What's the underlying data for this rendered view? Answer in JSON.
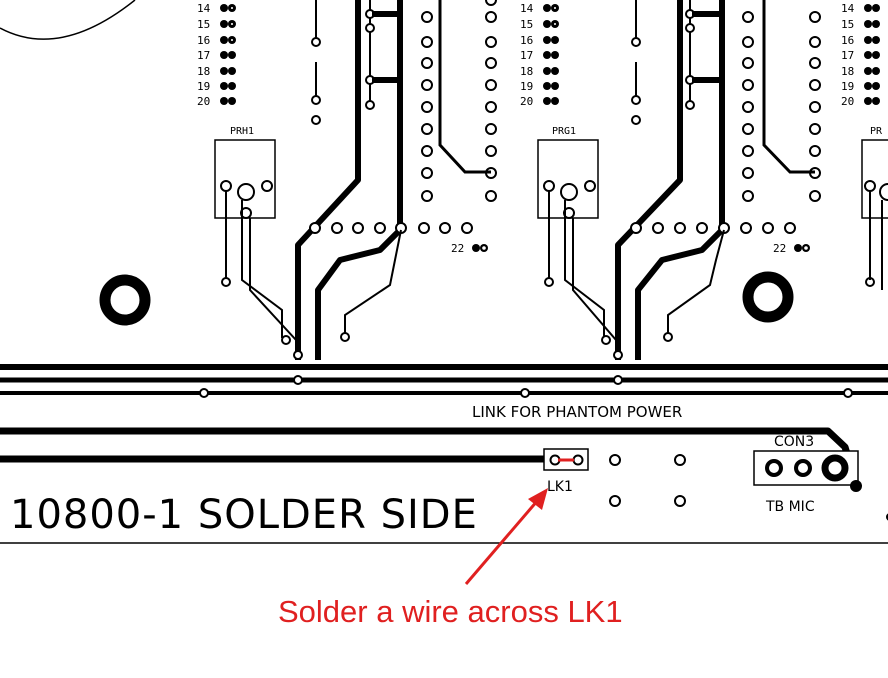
{
  "pin_labels": {
    "left": [
      "14",
      "15",
      "16",
      "17",
      "18",
      "19",
      "20"
    ],
    "right": [
      "14",
      "15",
      "16",
      "17",
      "18",
      "19",
      "20"
    ],
    "pin22": "22"
  },
  "components": {
    "prh1": "PRH1",
    "prg1": "PRG1",
    "pr_partial": "PR",
    "lk1": "LK1",
    "con3": "CON3",
    "tb_mic": "TB MIC"
  },
  "board": {
    "phantom_link_text": "LINK FOR PHANTOM POWER",
    "title": "10800-1 SOLDER SIDE"
  },
  "annotation": {
    "text": "Solder a wire across LK1",
    "color": "#e02020"
  }
}
